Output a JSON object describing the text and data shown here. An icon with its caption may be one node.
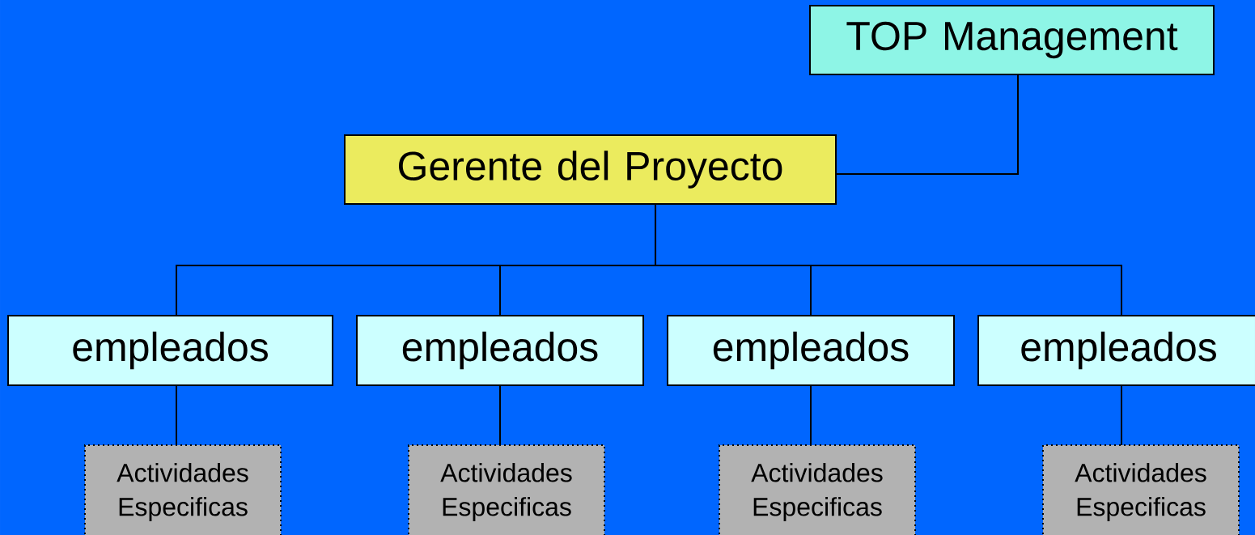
{
  "diagram": {
    "nodes": [
      {
        "text": [
          "TOP Management"
        ]
      },
      {
        "text": [
          "Gerente del Proyecto"
        ]
      },
      {
        "text": [
          "empleados"
        ]
      },
      {
        "text": [
          "empleados"
        ]
      },
      {
        "text": [
          "empleados"
        ]
      },
      {
        "text": [
          "empleados"
        ]
      },
      {
        "text": [
          "Actividades Especificas"
        ]
      },
      {
        "text": [
          "Actividades Especificas"
        ]
      },
      {
        "text": [
          "Actividades Especificas"
        ]
      },
      {
        "text": [
          "Actividades Especificas"
        ]
      }
    ],
    "edges": [
      {
        "from": 0,
        "to": 1,
        "arrow": "none"
      },
      {
        "from": 1,
        "to": 2,
        "arrow": "none"
      },
      {
        "from": 1,
        "to": 3,
        "arrow": "none"
      },
      {
        "from": 1,
        "to": 4,
        "arrow": "none"
      },
      {
        "from": 1,
        "to": 5,
        "arrow": "none"
      },
      {
        "from": 2,
        "to": 6,
        "arrow": "none"
      },
      {
        "from": 3,
        "to": 7,
        "arrow": "none"
      },
      {
        "from": 4,
        "to": 8,
        "arrow": "none"
      },
      {
        "from": 5,
        "to": 9,
        "arrow": "none"
      }
    ]
  }
}
